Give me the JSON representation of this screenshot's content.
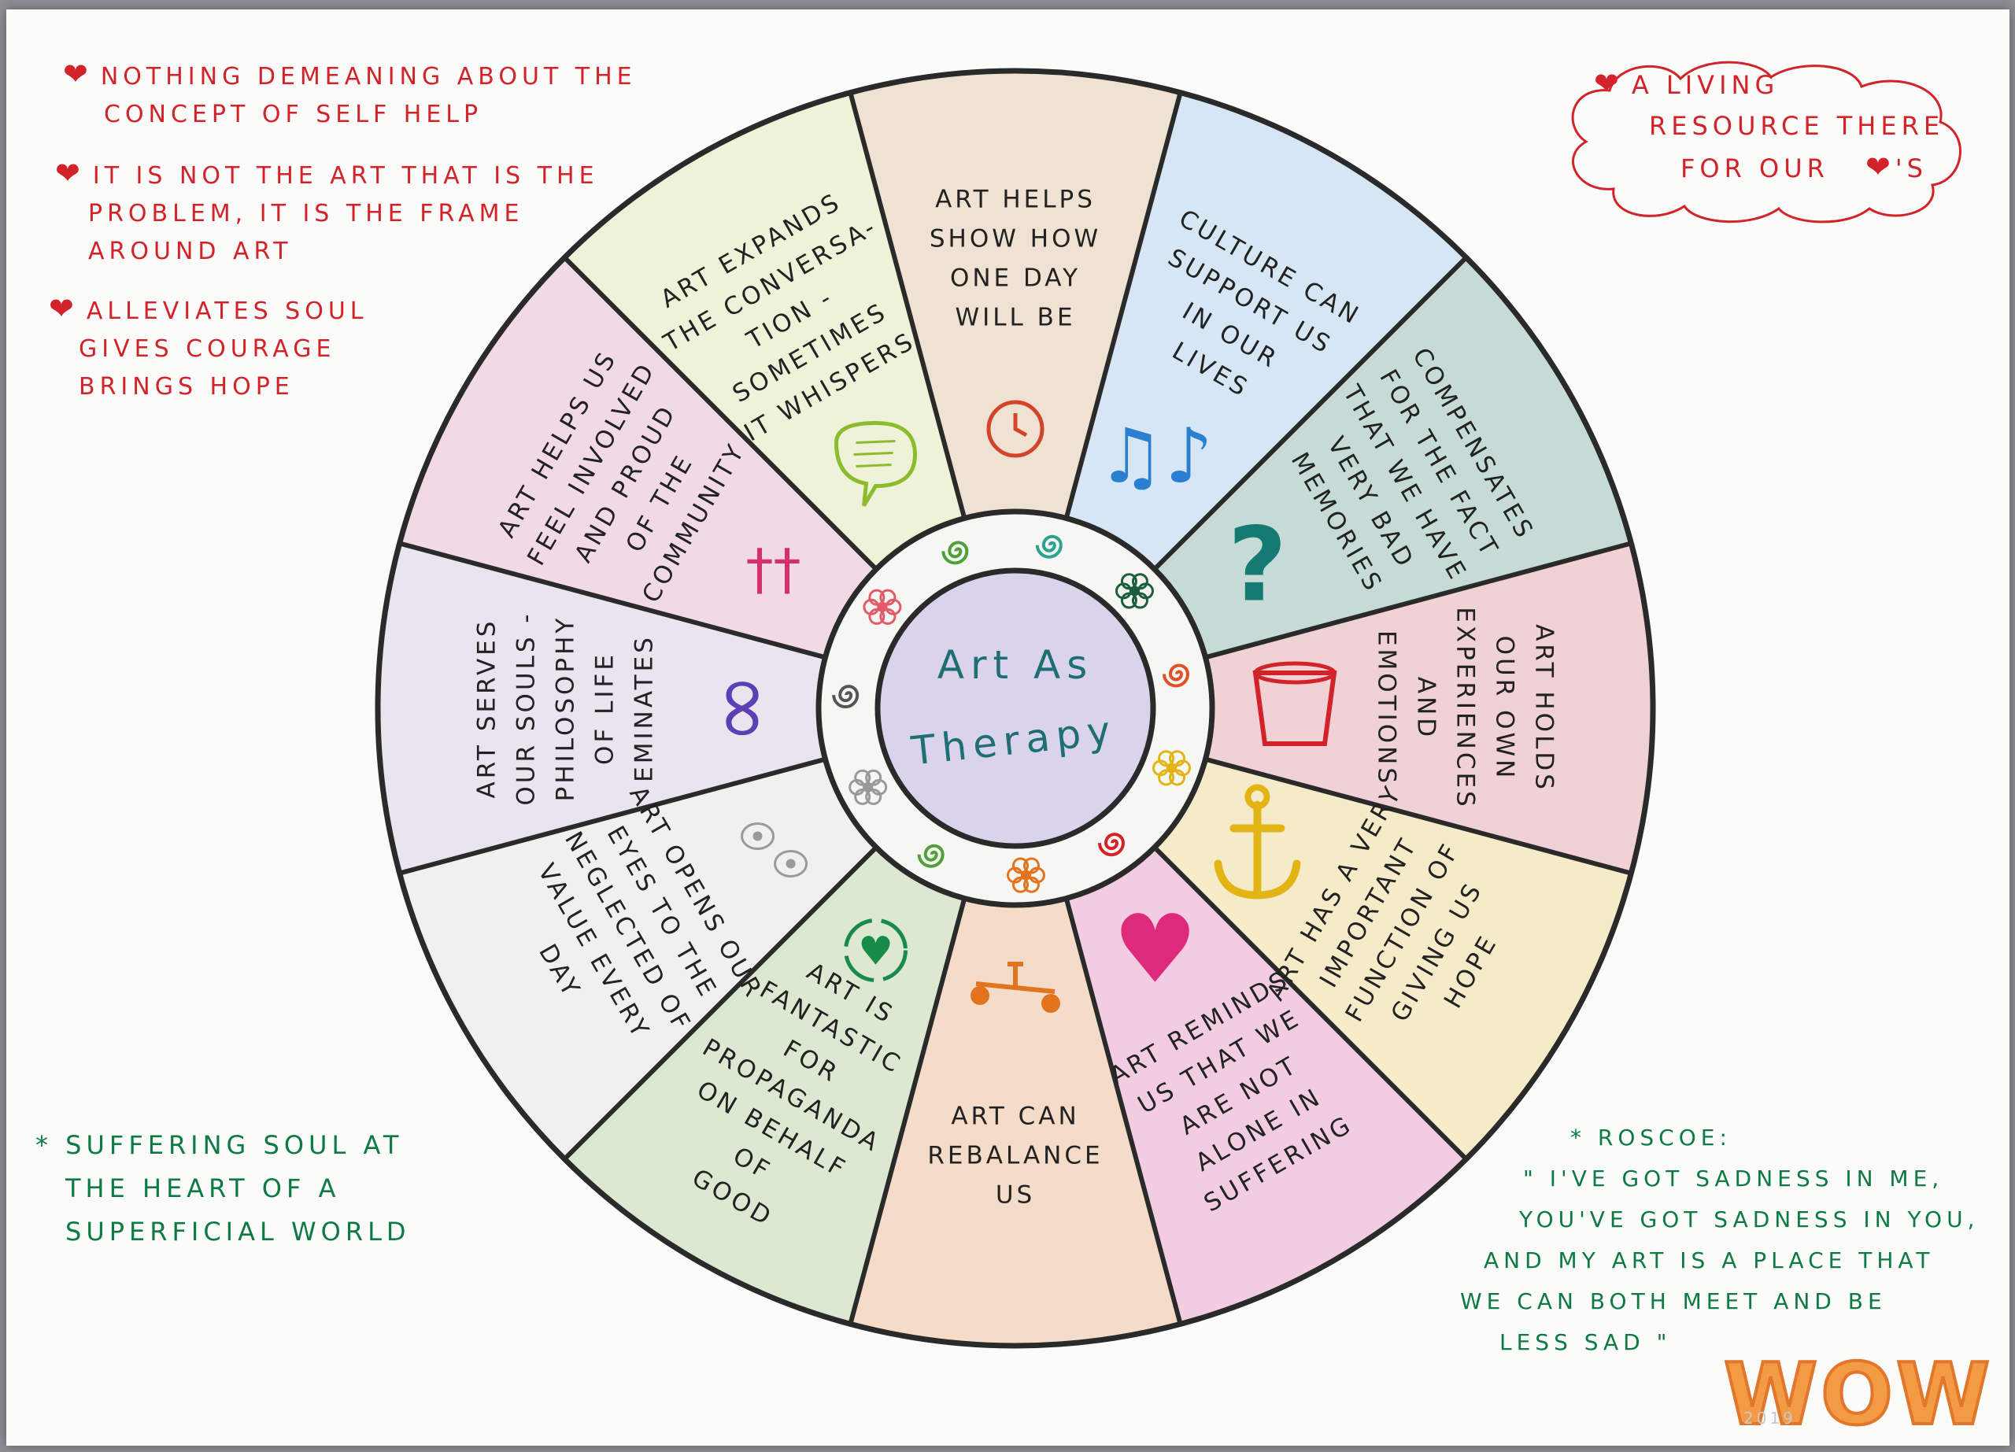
{
  "colors": {
    "red": "#d2232a",
    "green": "#0d7a44",
    "outline": "#2a2a2a",
    "center_text": "#1f6e74"
  },
  "notes_left": [
    {
      "lines": [
        "Nothing demeaning about the",
        "concept of self help"
      ]
    },
    {
      "lines": [
        "It is not the art that is the",
        "problem, it is the frame",
        "around art"
      ]
    },
    {
      "lines": [
        "Alleviates soul",
        "Gives courage",
        "Brings hope"
      ]
    }
  ],
  "cloud_note": {
    "lines": [
      "A living",
      "resource there",
      "for our"
    ],
    "suffix": "'s"
  },
  "bottom_left_note": {
    "lines": [
      "* Suffering soul at",
      "the heart of a",
      "superficial world"
    ]
  },
  "quote_note": {
    "lines": [
      "* Roscoe:",
      "\" I've got sadness in me,",
      "you've got sadness in you,",
      "and my art is a place that",
      "we can both meet and be",
      "less sad \""
    ]
  },
  "wow": "WOW",
  "wow_small": "2019",
  "wheel": {
    "center_title": [
      "Art As",
      "Therapy"
    ],
    "segments": [
      {
        "lines": [
          "Art helps",
          "show how",
          "one day",
          "will be"
        ],
        "color": "#f0e2d2",
        "icon": "clock-icon",
        "icon_color": "#d2452a"
      },
      {
        "lines": [
          "Culture can",
          "support us",
          "in our",
          "lives"
        ],
        "color": "#d6e6f4",
        "icon": "music-notes-icon",
        "icon_color": "#2a7fd0"
      },
      {
        "lines": [
          "Compensates",
          "for the fact",
          "that we have",
          "very bad",
          "memories"
        ],
        "color": "#c7dbd6",
        "icon": "question-mark-icon",
        "icon_color": "#157a72"
      },
      {
        "lines": [
          "Art holds",
          "our own",
          "experiences",
          "and",
          "emotions"
        ],
        "color": "#efd1d6",
        "icon": "bucket-icon",
        "icon_color": "#d2232a"
      },
      {
        "lines": [
          "Art has a very",
          "important",
          "function of",
          "giving us",
          "hope"
        ],
        "color": "#f6ebc8",
        "icon": "anchor-icon",
        "icon_color": "#e3b416"
      },
      {
        "lines": [
          "Art reminds",
          "us that we",
          "are not",
          "alone in",
          "suffering"
        ],
        "color": "#f2cce0",
        "icon": "heart-icon",
        "icon_color": "#dd2a7b"
      },
      {
        "lines": [
          "Art can",
          "rebalance",
          "us"
        ],
        "color": "#f5dcc8",
        "icon": "scales-icon",
        "icon_color": "#e2741f"
      },
      {
        "lines": [
          "Art is",
          "fantastic",
          "for",
          "propaganda",
          "on behalf",
          "of",
          "good"
        ],
        "color": "#dde8d2",
        "icon": "recycle-heart-icon",
        "icon_color": "#188a4a"
      },
      {
        "lines": [
          "Art opens our",
          "eyes to the",
          "neglected of",
          "value every",
          "day"
        ],
        "color": "#f0f0ee",
        "icon": "eyes-icon",
        "icon_color": "#9a9a9a"
      },
      {
        "lines": [
          "Art serves",
          "our souls -",
          "philosophy",
          "of life",
          "eminates"
        ],
        "color": "#e9e4ee",
        "icon": "infinity-icon",
        "icon_color": "#5b3fb5"
      },
      {
        "lines": [
          "Art helps us",
          "feel involved",
          "and proud",
          "of the",
          "community"
        ],
        "color": "#f2d9e6",
        "icon": "people-icon",
        "icon_color": "#d4306e"
      },
      {
        "lines": [
          "Art expands",
          "the conversa-",
          "tion -",
          "sometimes",
          "it whispers"
        ],
        "color": "#edf2d8",
        "icon": "speech-bubble-icon",
        "icon_color": "#8cbc2e"
      }
    ],
    "ring_ornaments": [
      {
        "icon": "spiral-icon",
        "color": "#4fa03a"
      },
      {
        "icon": "spiral-icon",
        "color": "#2aa38f"
      },
      {
        "icon": "flower-icon",
        "color": "#1b5e3b"
      },
      {
        "icon": "spiral-icon",
        "color": "#e0502a"
      },
      {
        "icon": "flower-icon",
        "color": "#e2b416"
      },
      {
        "icon": "spiral-icon",
        "color": "#d2232a"
      },
      {
        "icon": "flower-icon",
        "color": "#e2741f"
      },
      {
        "icon": "spiral-icon",
        "color": "#4fa03a"
      },
      {
        "icon": "flower-icon",
        "color": "#999999"
      },
      {
        "icon": "spiral-icon",
        "color": "#555555"
      },
      {
        "icon": "flower-icon",
        "color": "#e25a6a"
      }
    ]
  }
}
